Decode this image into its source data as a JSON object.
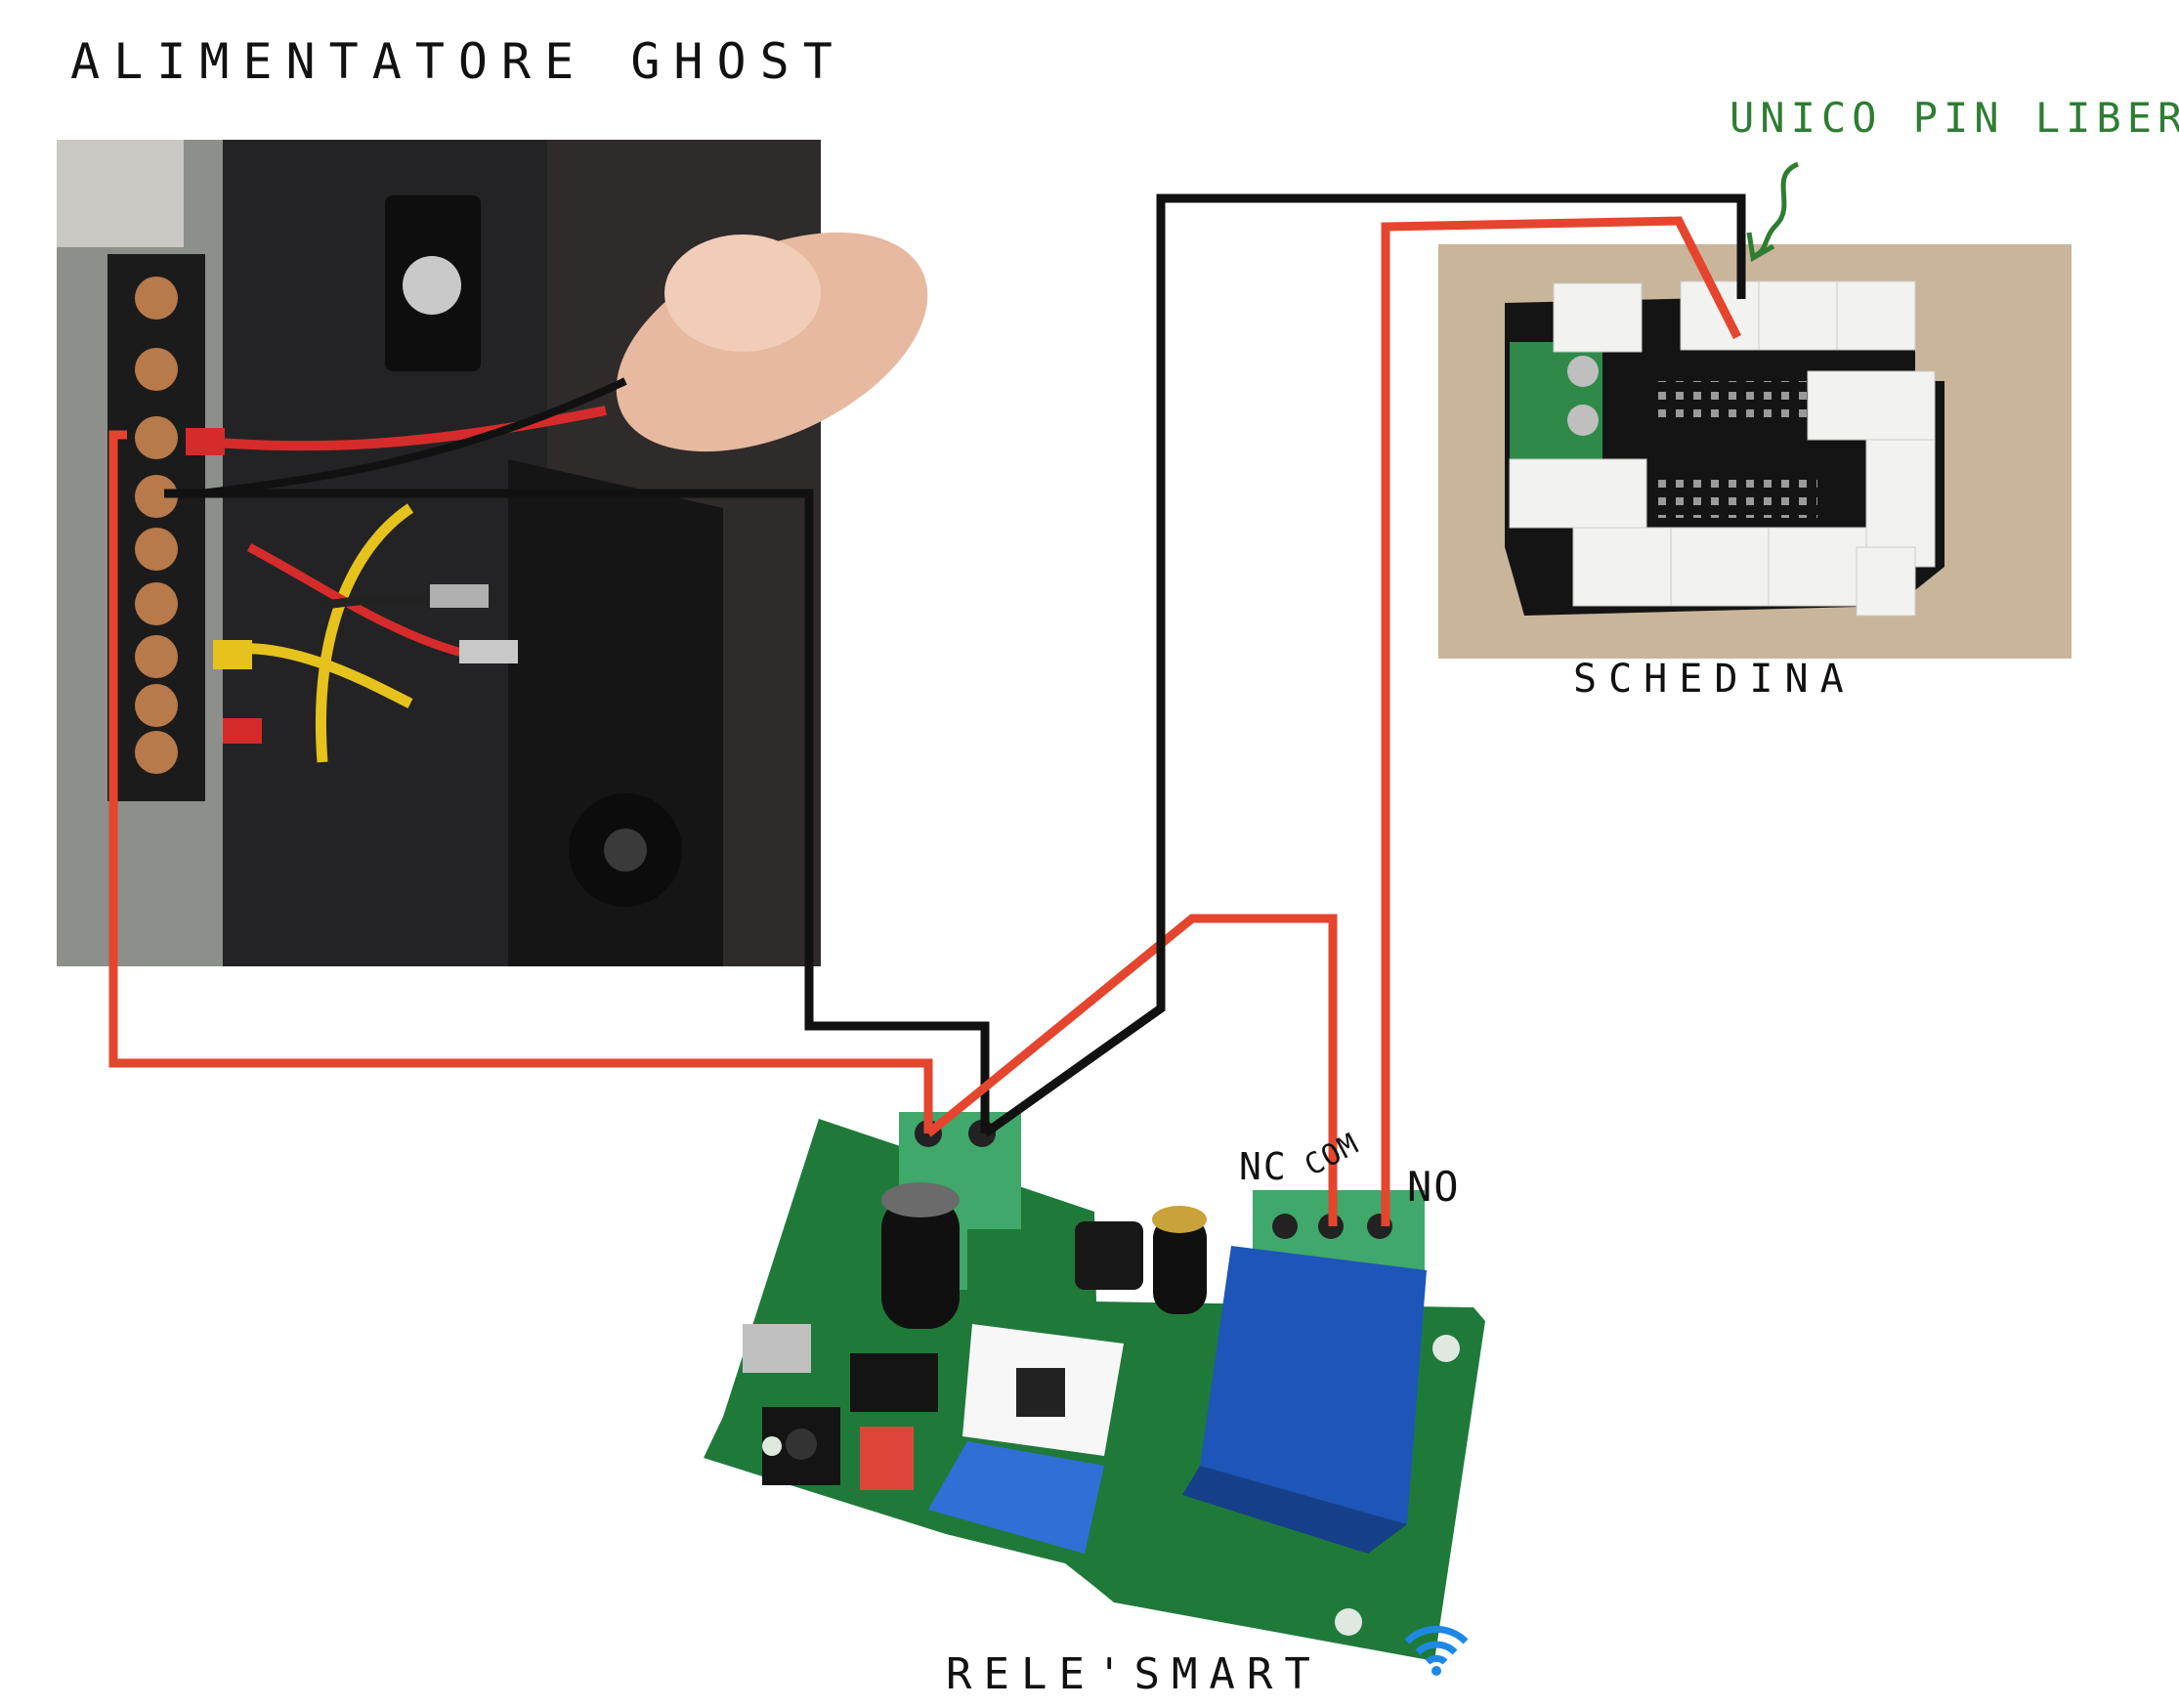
{
  "labels": {
    "psu_title": "ALIMENTATORE  GHOST",
    "board_title": "SCHEDINA",
    "relay_title": "RELE'SMART",
    "free_pin_note": "UNICO PIN LIBERO",
    "terminal_nc": "NC",
    "terminal_com": "COM",
    "terminal_no": "NO"
  },
  "colors": {
    "wire_red": "#e5452e",
    "wire_black": "#111111",
    "note_green": "#2e7d32",
    "pcb_green": "#1f7a3a",
    "relay_blue": "#1d56b8",
    "terminal_green": "#3fa86a",
    "connector_white": "#f2f2f0",
    "psu_dark": "#2a2a2c",
    "wifi_blue": "#1e88e5"
  },
  "icons": {
    "wifi": "wifi-icon",
    "arrow": "curved-arrow-icon"
  }
}
